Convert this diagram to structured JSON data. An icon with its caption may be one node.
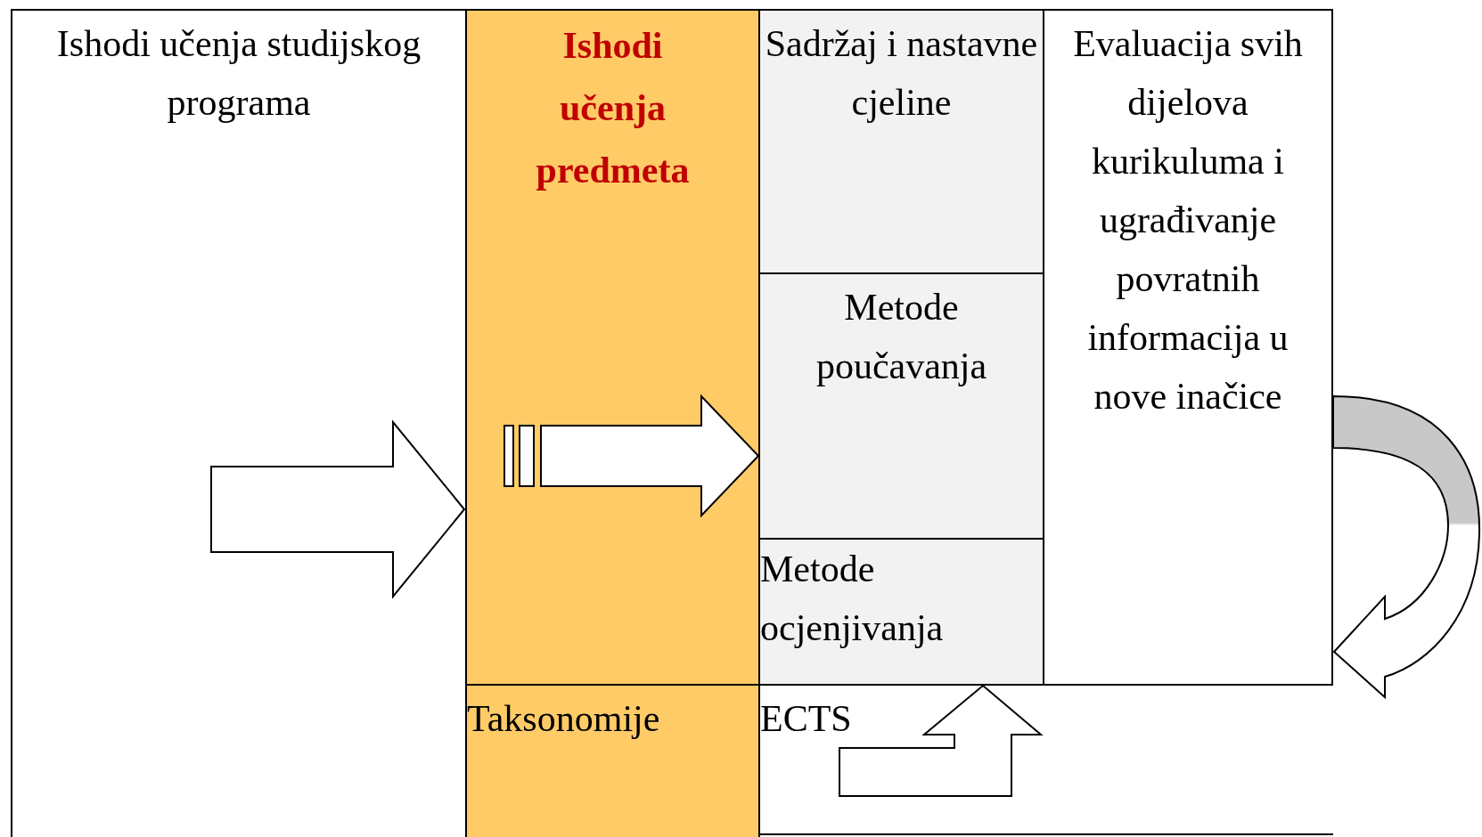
{
  "diagram": {
    "nodes": [
      {
        "text": [
          "Ishodi učenja studijskog programa"
        ]
      },
      {
        "text": [
          "Ishodi učenja predmeta"
        ]
      },
      {
        "text": [
          "Sadržaj i nastavne cjeline"
        ]
      },
      {
        "text": [
          "Metode poučavanja"
        ]
      },
      {
        "text": [
          "Metode ocjenjivanja"
        ]
      },
      {
        "text": [
          "Taksonomije"
        ]
      },
      {
        "text": [
          "ECTS"
        ]
      },
      {
        "text": [
          "Evaluacija svih dijelova kurikuluma i ugrađivanje povratnih informacija u nove inačice"
        ]
      }
    ],
    "edges": [
      {
        "from": 0,
        "to": 1,
        "arrow": "to"
      },
      {
        "from": 1,
        "to": 3,
        "arrow": "to"
      },
      {
        "from": 6,
        "to": 4,
        "arrow": "to"
      },
      {
        "from": 7,
        "to": 7,
        "arrow": "to"
      }
    ]
  }
}
